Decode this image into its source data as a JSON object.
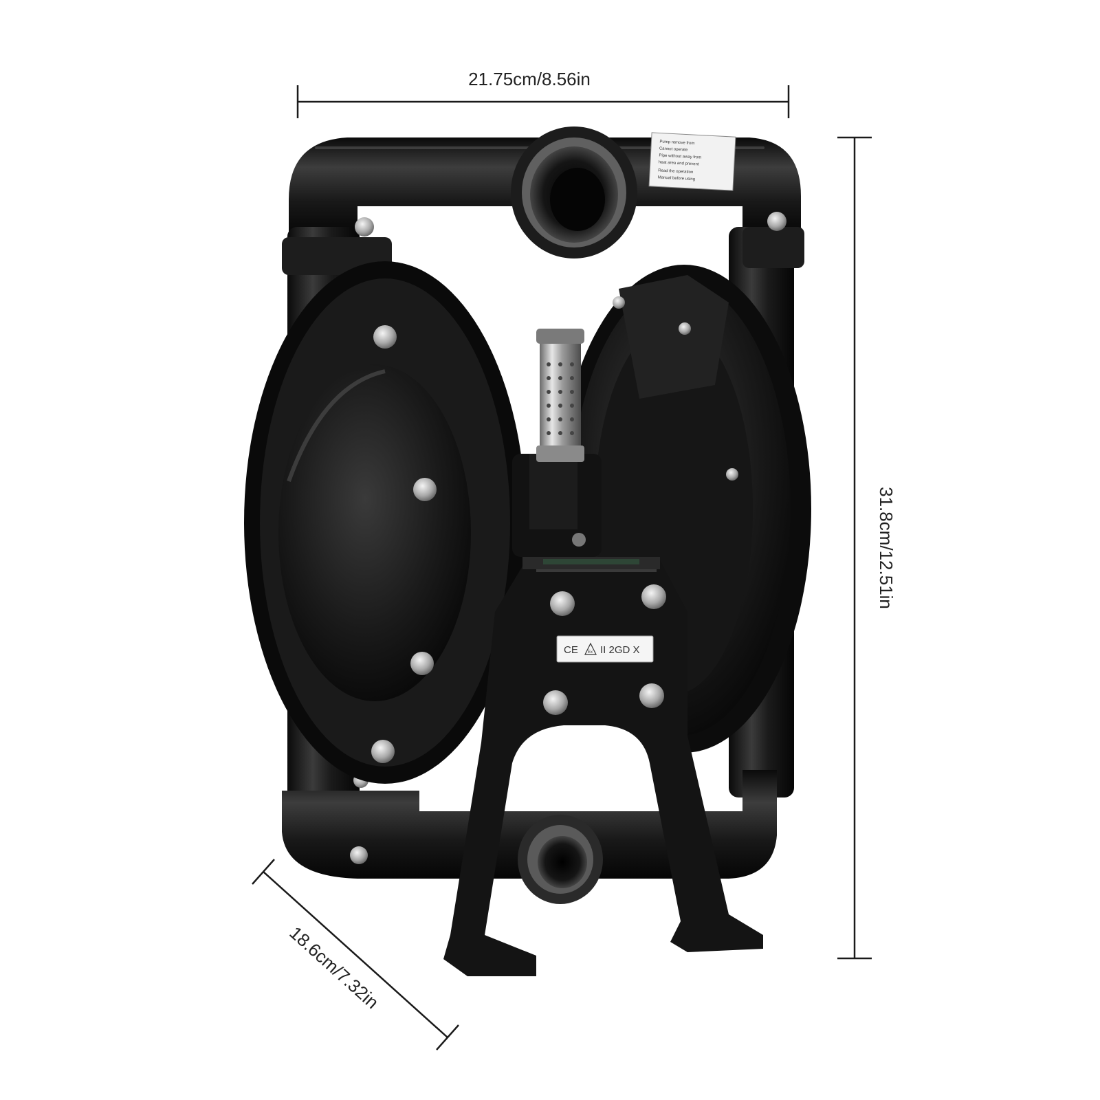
{
  "dimensions": {
    "width": "21.75cm/8.56in",
    "height": "31.8cm/12.51in",
    "depth": "18.6cm/7.32in"
  },
  "product": {
    "nameplate_text": "II 2GD X",
    "ce_mark": "CE",
    "ex_mark": "Ex",
    "warning_label_lines": [
      "Pump remove from",
      "Cannot operate",
      "Pipe without away from",
      "heat area and prevent",
      "Read the operation",
      "Manual before using"
    ]
  },
  "colors": {
    "body": "#151515",
    "highlight": "#3a3a3a",
    "metal": "#b8b8b8",
    "background": "#ffffff"
  }
}
